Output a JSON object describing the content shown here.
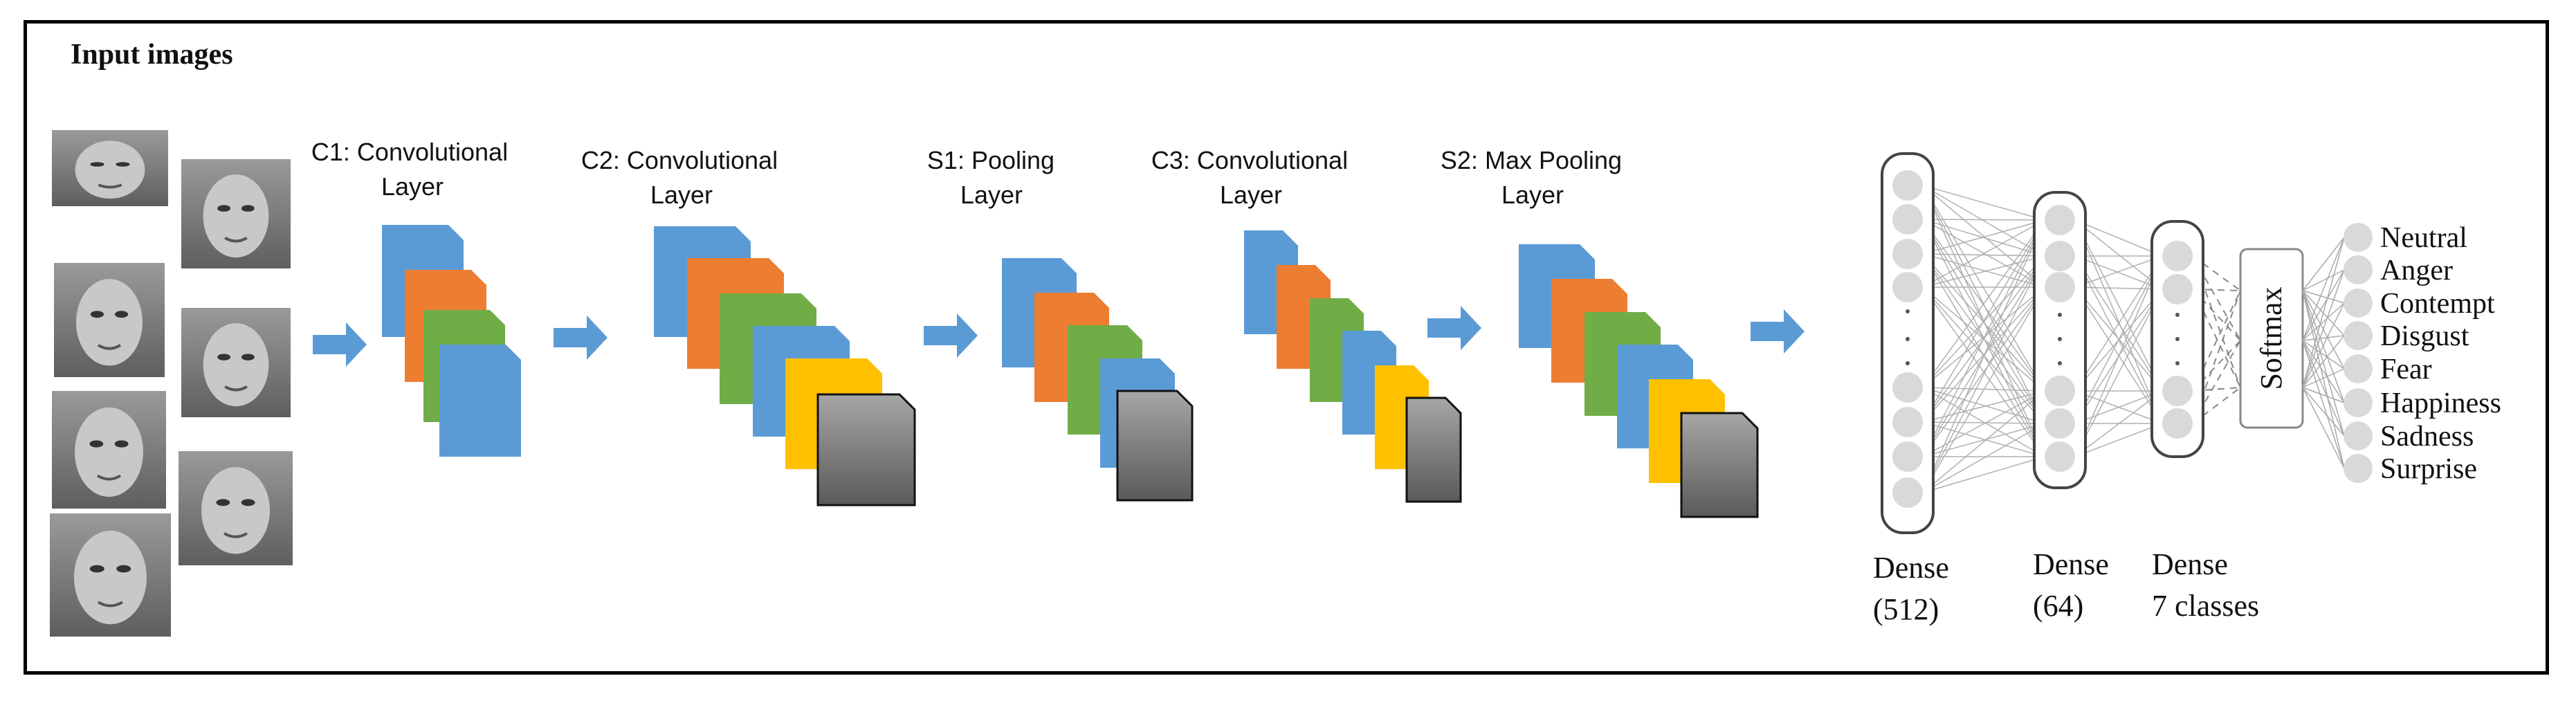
{
  "colors": {
    "frame": "#000000",
    "arrow": "#5b9bd5",
    "blue": "#5b9bd5",
    "orange": "#ed7d31",
    "green": "#70ad47",
    "yellow": "#ffc000",
    "gray_top": "#9e9e9e",
    "gray_bottom": "#5f5f5f",
    "node": "#d9d9d9",
    "connection": "#b0b0b0"
  },
  "input": {
    "title": "Input images",
    "face_icon": "face-photo-icon"
  },
  "layers": {
    "c1": {
      "line1": "C1: Convolutional",
      "line2": "Layer"
    },
    "c2": {
      "line1": "C2: Convolutional",
      "line2": "Layer"
    },
    "s1": {
      "line1": "S1: Pooling",
      "line2": "Layer"
    },
    "c3": {
      "line1": "C3: Convolutional",
      "line2": "Layer"
    },
    "s2": {
      "line1": "S2: Max Pooling",
      "line2": "Layer"
    }
  },
  "dense": {
    "d1": {
      "line1": "Dense",
      "line2": "(512)"
    },
    "d2": {
      "line1": "Dense",
      "line2": "(64)"
    },
    "d3": {
      "line1": "Dense",
      "line2": "7 classes"
    }
  },
  "softmax": "Softmax",
  "classes": [
    "Neutral",
    "Anger",
    "Contempt",
    "Disgust",
    "Fear",
    "Happiness",
    "Sadness",
    "Surprise"
  ]
}
